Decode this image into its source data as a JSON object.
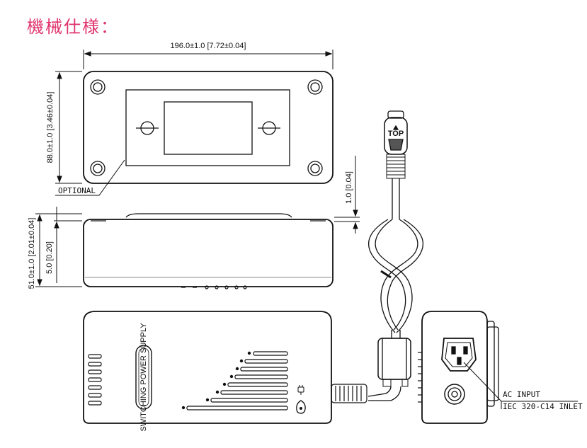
{
  "title": "機械仕様：",
  "dimensions": {
    "length": "196.0±1.0  [7.72±0.04]",
    "width": "88.0±1.0 [3.46±0.04]",
    "height": "51.0±1.0 [2.01±0.04]",
    "foot": "5.0 [0.20]",
    "gap": "1.0 [0.04]"
  },
  "labels": {
    "optional": "OPTIONAL",
    "ac_input": "AC INPUT",
    "inlet": "IEC 320-C14 INLET",
    "connector_top": "TOP",
    "device_label": "SWITCHING POWER SUPPLY"
  },
  "colors": {
    "title": "#e0336e",
    "line": "#111111"
  }
}
